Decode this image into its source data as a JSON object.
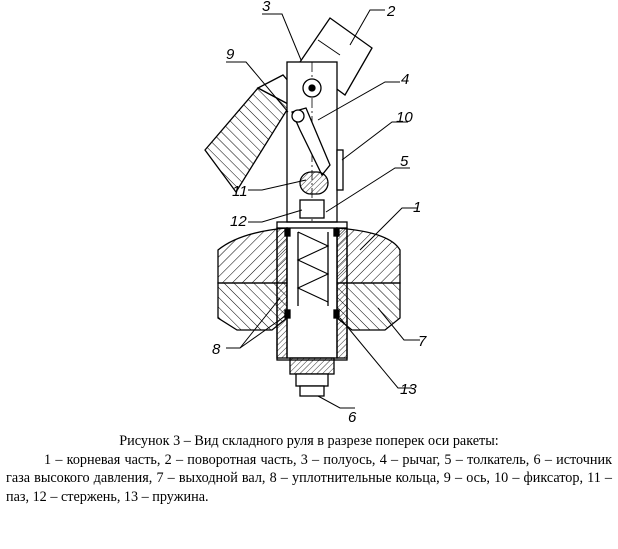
{
  "figure": {
    "labels": [
      "1",
      "2",
      "3",
      "4",
      "5",
      "6",
      "7",
      "8",
      "9",
      "10",
      "11",
      "12",
      "13"
    ]
  },
  "caption": {
    "title": "Рисунок 3 – Вид складного руля в разрезе поперек оси ракеты:",
    "legend": "1 – корневая часть, 2 – поворотная часть, 3 – полуось, 4 – рычаг, 5 – толкатель, 6 – источник газа высокого давления, 7 – выходной вал, 8 – уплотнительные кольца, 9 – ось, 10 – фиксатор, 11 – паз, 12 – стержень, 13 – пружина."
  }
}
